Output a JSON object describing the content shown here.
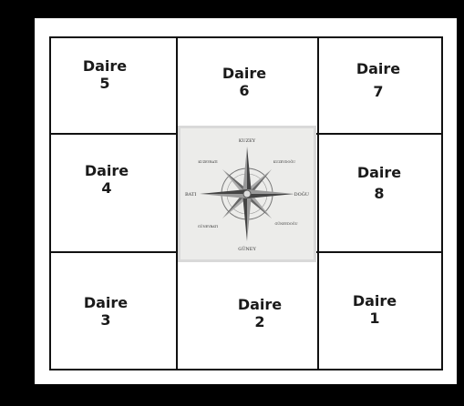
{
  "cells": [
    {
      "word": "Daire",
      "number": "5"
    },
    {
      "word": "Daire",
      "number": "6"
    },
    {
      "word": "Daire",
      "number": "7"
    },
    {
      "word": "Daire",
      "number": "4"
    },
    {
      "word": "Daire",
      "number": "8"
    },
    {
      "word": "Daire",
      "number": "3"
    },
    {
      "word": "Daire",
      "number": "2"
    },
    {
      "word": "Daire",
      "number": "1"
    }
  ],
  "compass": {
    "north": "KUZEY",
    "south": "GÜNEY",
    "east": "DOĞU",
    "west": "BATI",
    "northeast": "KUZEYDOĞU",
    "northwest": "KUZEYBATI",
    "southeast": "GÜNEYDOĞU",
    "southwest": "GÜNEYBATI"
  }
}
